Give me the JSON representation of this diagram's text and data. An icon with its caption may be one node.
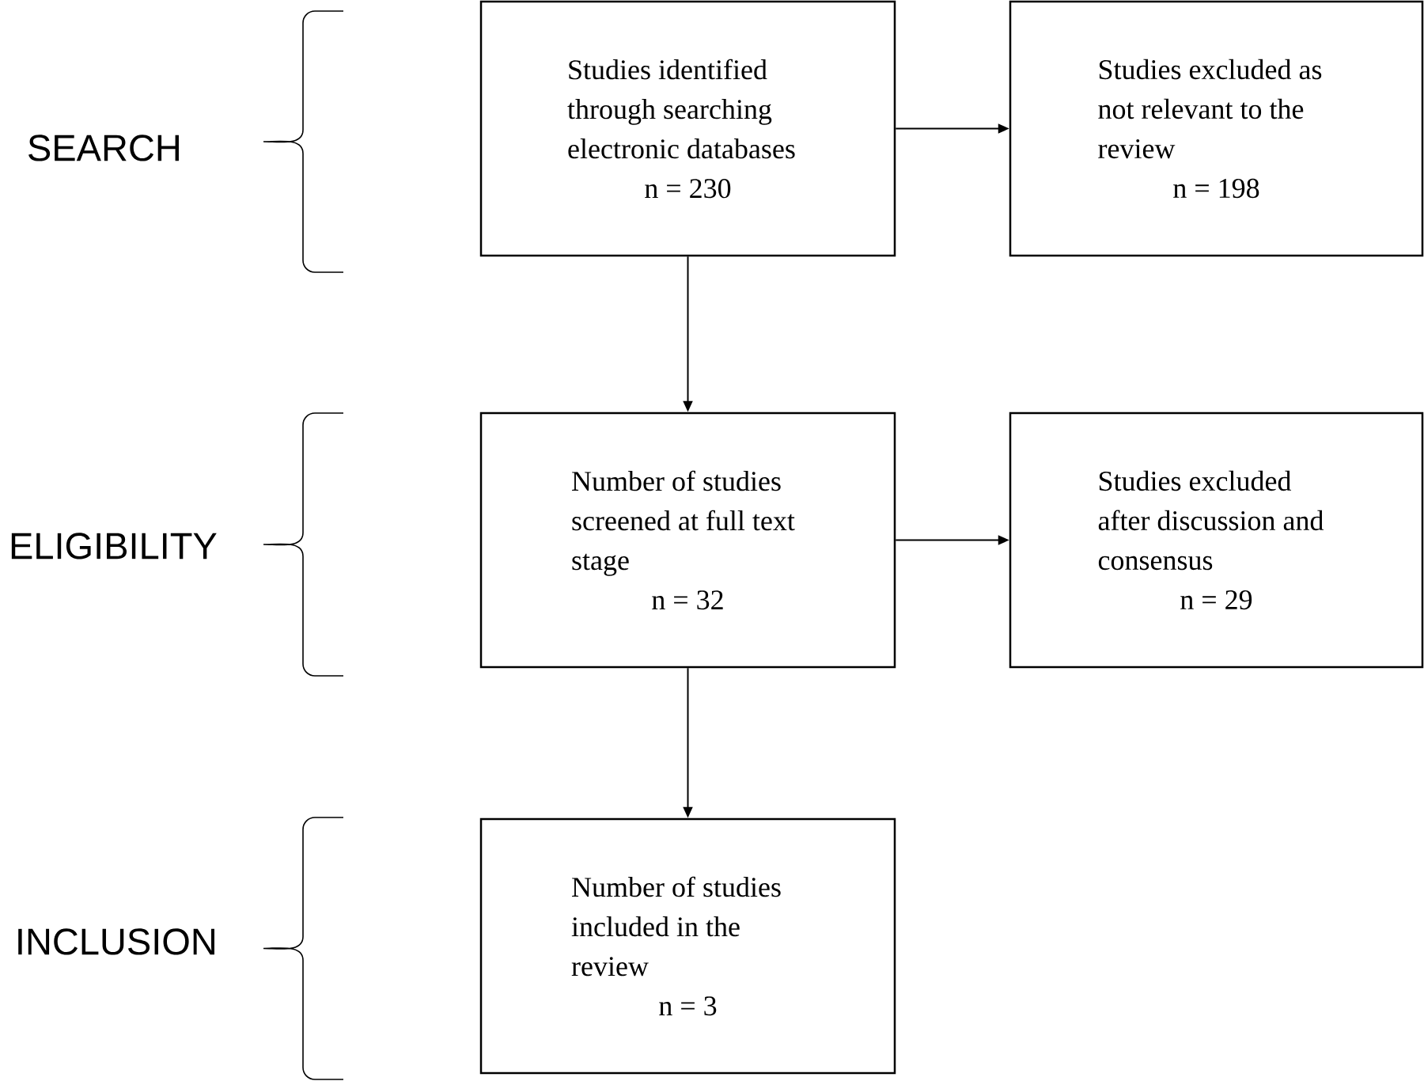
{
  "diagram": {
    "nodes": [
      {
        "text": [
          "Studies identified through searching electronic databases",
          "n = 230"
        ]
      },
      {
        "text": [
          "Studies excluded as not relevant to the review",
          "n = 198"
        ]
      },
      {
        "text": [
          "Number of studies screened at full text stage",
          "n = 32"
        ]
      },
      {
        "text": [
          "Studies excluded after discussion and consensus",
          "n = 29"
        ]
      },
      {
        "text": [
          "Number of studies included in the review",
          "n = 3"
        ]
      }
    ],
    "edges": [
      {
        "from": 0,
        "to": 1,
        "arrow": "to"
      },
      {
        "from": 0,
        "to": 2,
        "arrow": "to"
      },
      {
        "from": 2,
        "to": 3,
        "arrow": "to"
      },
      {
        "from": 2,
        "to": 4,
        "arrow": "to"
      }
    ],
    "labels": [
      "SEARCH",
      "ELIGIBILITY",
      "INCLUSION"
    ]
  }
}
